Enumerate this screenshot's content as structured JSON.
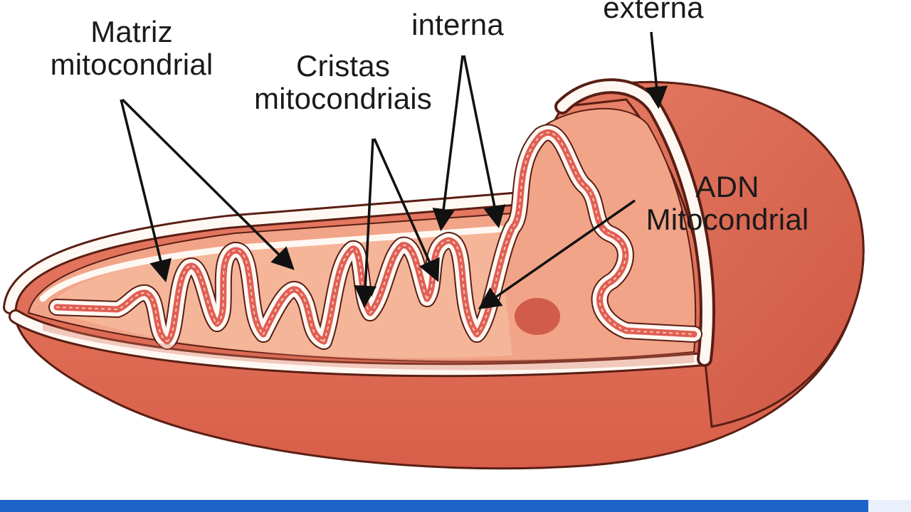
{
  "labels": {
    "matriz": [
      "Matriz",
      "mitocondrial"
    ],
    "cristas": [
      "Cristas",
      "mitocondriais"
    ],
    "interna": "interna",
    "externa": "externa",
    "adn": [
      "ADN",
      "Mitocondrial"
    ]
  },
  "colors": {
    "outer_body": "#e2725a",
    "outer_shadow": "#c9503e",
    "inner_surface": "#f1a488",
    "inner_light": "#f8c9b0",
    "membrane": "#fff8f2",
    "crista": "#e05e55",
    "outline": "#5a1e14",
    "arrow": "#111111",
    "bar": "#1e63c8"
  }
}
